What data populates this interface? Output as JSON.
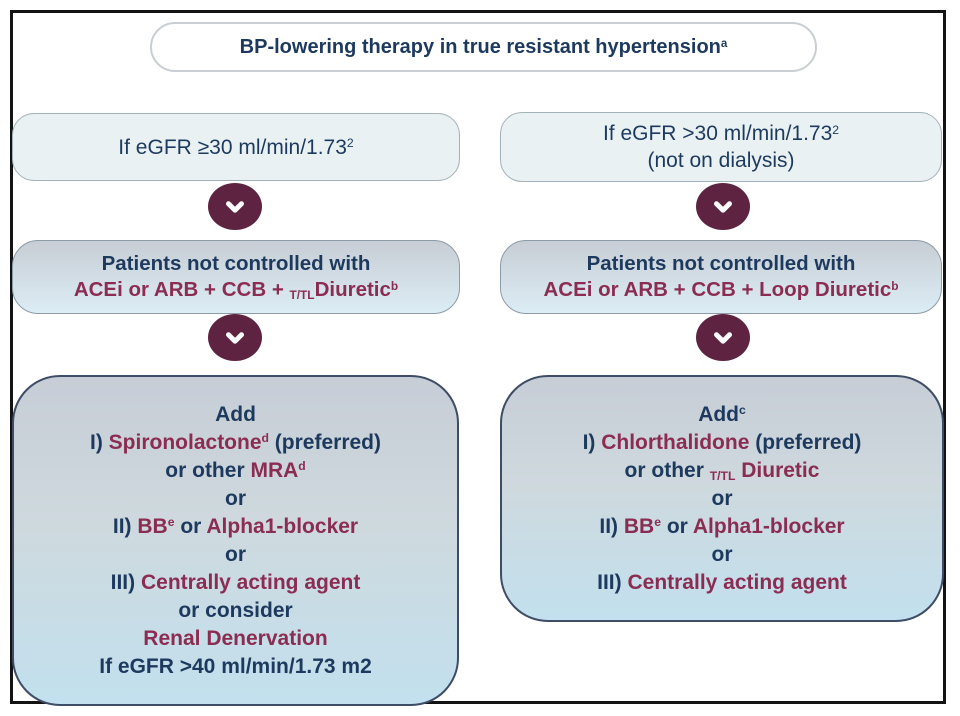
{
  "colors": {
    "navy": "#1d3a5e",
    "maroon": "#8b2d52",
    "arrow-circle": "#5e2340",
    "frame-border": "#131313",
    "condition-bg": "#e9f1f3",
    "condition-border": "#a3b2b8",
    "gradient-top": "#c7cdd4",
    "gradient-bottom": "#dcedf5",
    "add-gradient-top": "#c7cdd6",
    "add-gradient-bottom": "#c2e0ee",
    "add-border": "#3e4c66",
    "title-border": "#c9ced3"
  },
  "icons": {
    "chevron": "chevron-down-icon"
  },
  "title": {
    "lines": [
      [
        {
          "t": "BP-lowering therapy in true resistant hypertension",
          "c": "navy",
          "b": true
        },
        {
          "t": "a",
          "c": "navy",
          "b": true,
          "sup": true
        }
      ]
    ]
  },
  "left_column": {
    "condition": {
      "lines": [
        [
          {
            "t": "If eGFR ≥30 ml/min/1.73",
            "c": "navy"
          },
          {
            "t": "2",
            "c": "navy",
            "sup": true
          }
        ]
      ]
    },
    "patients": {
      "lines": [
        [
          {
            "t": "Patients not controlled with",
            "c": "navy",
            "b": true
          }
        ],
        [
          {
            "t": "ACEi or ARB + CCB + ",
            "c": "maroon",
            "b": true
          },
          {
            "t": "T/TL",
            "c": "maroon",
            "b": true,
            "sub": true
          },
          {
            "t": "Diuretic",
            "c": "maroon",
            "b": true
          },
          {
            "t": "b",
            "c": "maroon",
            "b": true,
            "sup": true
          }
        ]
      ]
    },
    "add": {
      "lines": [
        [
          {
            "t": "Add",
            "c": "navy",
            "b": true
          }
        ],
        [
          {
            "t": "I) ",
            "c": "navy",
            "b": true
          },
          {
            "t": "Spironolactone",
            "c": "maroon",
            "b": true
          },
          {
            "t": "d",
            "c": "maroon",
            "b": true,
            "sup": true
          },
          {
            "t": " (preferred)",
            "c": "navy",
            "b": true
          }
        ],
        [
          {
            "t": "or other ",
            "c": "navy",
            "b": true
          },
          {
            "t": "MRA",
            "c": "maroon",
            "b": true
          },
          {
            "t": "d",
            "c": "maroon",
            "b": true,
            "sup": true
          }
        ],
        [
          {
            "t": "or",
            "c": "navy",
            "b": true
          }
        ],
        [
          {
            "t": "II) ",
            "c": "navy",
            "b": true
          },
          {
            "t": "BB",
            "c": "maroon",
            "b": true
          },
          {
            "t": "e",
            "c": "maroon",
            "b": true,
            "sup": true
          },
          {
            "t": " or ",
            "c": "navy",
            "b": true
          },
          {
            "t": "Alpha1-blocker",
            "c": "maroon",
            "b": true
          }
        ],
        [
          {
            "t": "or",
            "c": "navy",
            "b": true
          }
        ],
        [
          {
            "t": "III) ",
            "c": "navy",
            "b": true
          },
          {
            "t": "Centrally acting agent",
            "c": "maroon",
            "b": true
          }
        ],
        [
          {
            "t": "or consider",
            "c": "navy",
            "b": true
          }
        ],
        [
          {
            "t": "Renal Denervation",
            "c": "maroon",
            "b": true
          }
        ],
        [
          {
            "t": "If eGFR >40 ml/min/1.73 m2",
            "c": "navy",
            "b": true
          }
        ]
      ]
    }
  },
  "right_column": {
    "condition": {
      "lines": [
        [
          {
            "t": "If eGFR >30 ml/min/1.73",
            "c": "navy"
          },
          {
            "t": "2",
            "c": "navy",
            "sup": true
          }
        ],
        [
          {
            "t": "(not on dialysis)",
            "c": "navy"
          }
        ]
      ]
    },
    "patients": {
      "lines": [
        [
          {
            "t": "Patients not controlled with",
            "c": "navy",
            "b": true
          }
        ],
        [
          {
            "t": "ACEi or ARB + CCB + Loop Diuretic",
            "c": "maroon",
            "b": true
          },
          {
            "t": "b",
            "c": "maroon",
            "b": true,
            "sup": true
          }
        ]
      ]
    },
    "add": {
      "lines": [
        [
          {
            "t": "Add",
            "c": "navy",
            "b": true
          },
          {
            "t": "c",
            "c": "navy",
            "b": true,
            "sup": true
          }
        ],
        [
          {
            "t": "I) ",
            "c": "navy",
            "b": true
          },
          {
            "t": "Chlorthalidone",
            "c": "maroon",
            "b": true
          },
          {
            "t": " (preferred)",
            "c": "navy",
            "b": true
          }
        ],
        [
          {
            "t": "or other ",
            "c": "navy",
            "b": true
          },
          {
            "t": "T/TL",
            "c": "maroon",
            "b": true,
            "sub": true
          },
          {
            "t": " Diuretic",
            "c": "maroon",
            "b": true
          }
        ],
        [
          {
            "t": "or",
            "c": "navy",
            "b": true
          }
        ],
        [
          {
            "t": "II) ",
            "c": "navy",
            "b": true
          },
          {
            "t": "BB",
            "c": "maroon",
            "b": true
          },
          {
            "t": "e",
            "c": "maroon",
            "b": true,
            "sup": true
          },
          {
            "t": " or ",
            "c": "navy",
            "b": true
          },
          {
            "t": "Alpha1-blocker",
            "c": "maroon",
            "b": true
          }
        ],
        [
          {
            "t": "or",
            "c": "navy",
            "b": true
          }
        ],
        [
          {
            "t": "III) ",
            "c": "navy",
            "b": true
          },
          {
            "t": "Centrally acting agent",
            "c": "maroon",
            "b": true
          }
        ]
      ]
    }
  }
}
